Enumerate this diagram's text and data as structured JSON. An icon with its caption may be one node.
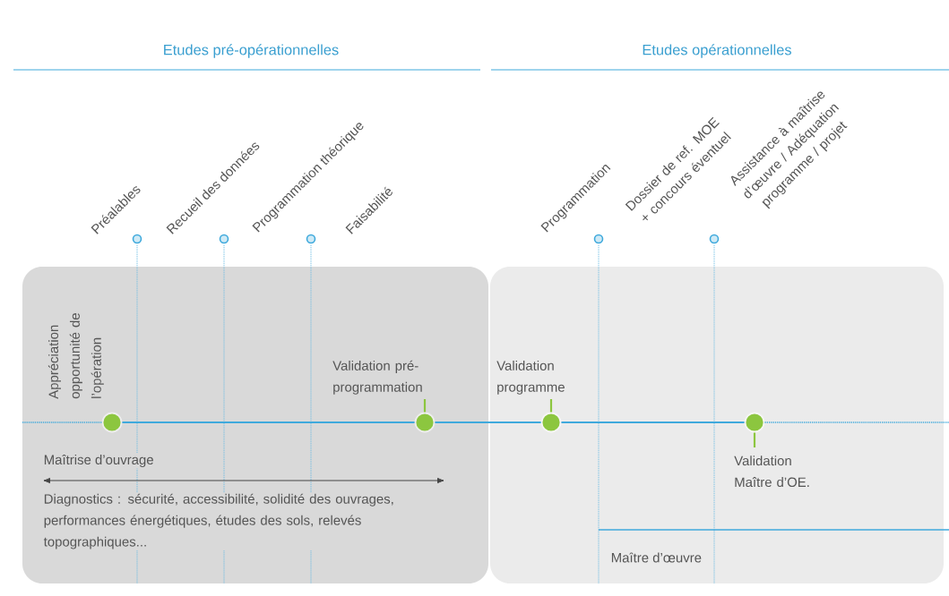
{
  "diagram": {
    "nodes": [
      {
        "text": [],
        "shape": "box"
      },
      {
        "text": [],
        "shape": "box"
      },
      {
        "text": [],
        "shape": "circle",
        "in": 0,
        "beside": [
          "Appréciation opportunité de l’opération"
        ]
      },
      {
        "text": [],
        "shape": "circle",
        "in": 0,
        "beside": [
          "Validation pré-programmation"
        ]
      },
      {
        "text": [],
        "shape": "circle",
        "in": 1,
        "beside": [
          "Validation programme"
        ]
      },
      {
        "text": [],
        "shape": "circle",
        "in": 1,
        "beside": [
          "Validation Maître d’OE."
        ]
      }
    ],
    "edges": [
      {
        "from": null,
        "to": 2,
        "arrow": "none",
        "style": "dashed"
      },
      {
        "from": 2,
        "to": 3,
        "arrow": "none"
      },
      {
        "from": 3,
        "to": 4,
        "arrow": "none"
      },
      {
        "from": 4,
        "to": 5,
        "arrow": "none"
      },
      {
        "from": 5,
        "to": null,
        "arrow": "none",
        "style": "dashed"
      }
    ],
    "labels": [
      "Etudes pré-opérationnelles",
      "Etudes opérationnelles",
      "Préalables",
      "Recueil des données",
      "Programmation théorique",
      "Faisabilité",
      "Programmation",
      "Dossier de ref. MOE + concours éventuel",
      "Assistance à maîtrise d’œuvre / Adéquation programme / projet",
      "Maîtrise d’ouvrage",
      "Diagnostics : sécurité, accessibilité, solidité des ouvrages, performances énergétiques, études des sols, relevés topographiques...",
      "Maître d’œuvre"
    ]
  }
}
